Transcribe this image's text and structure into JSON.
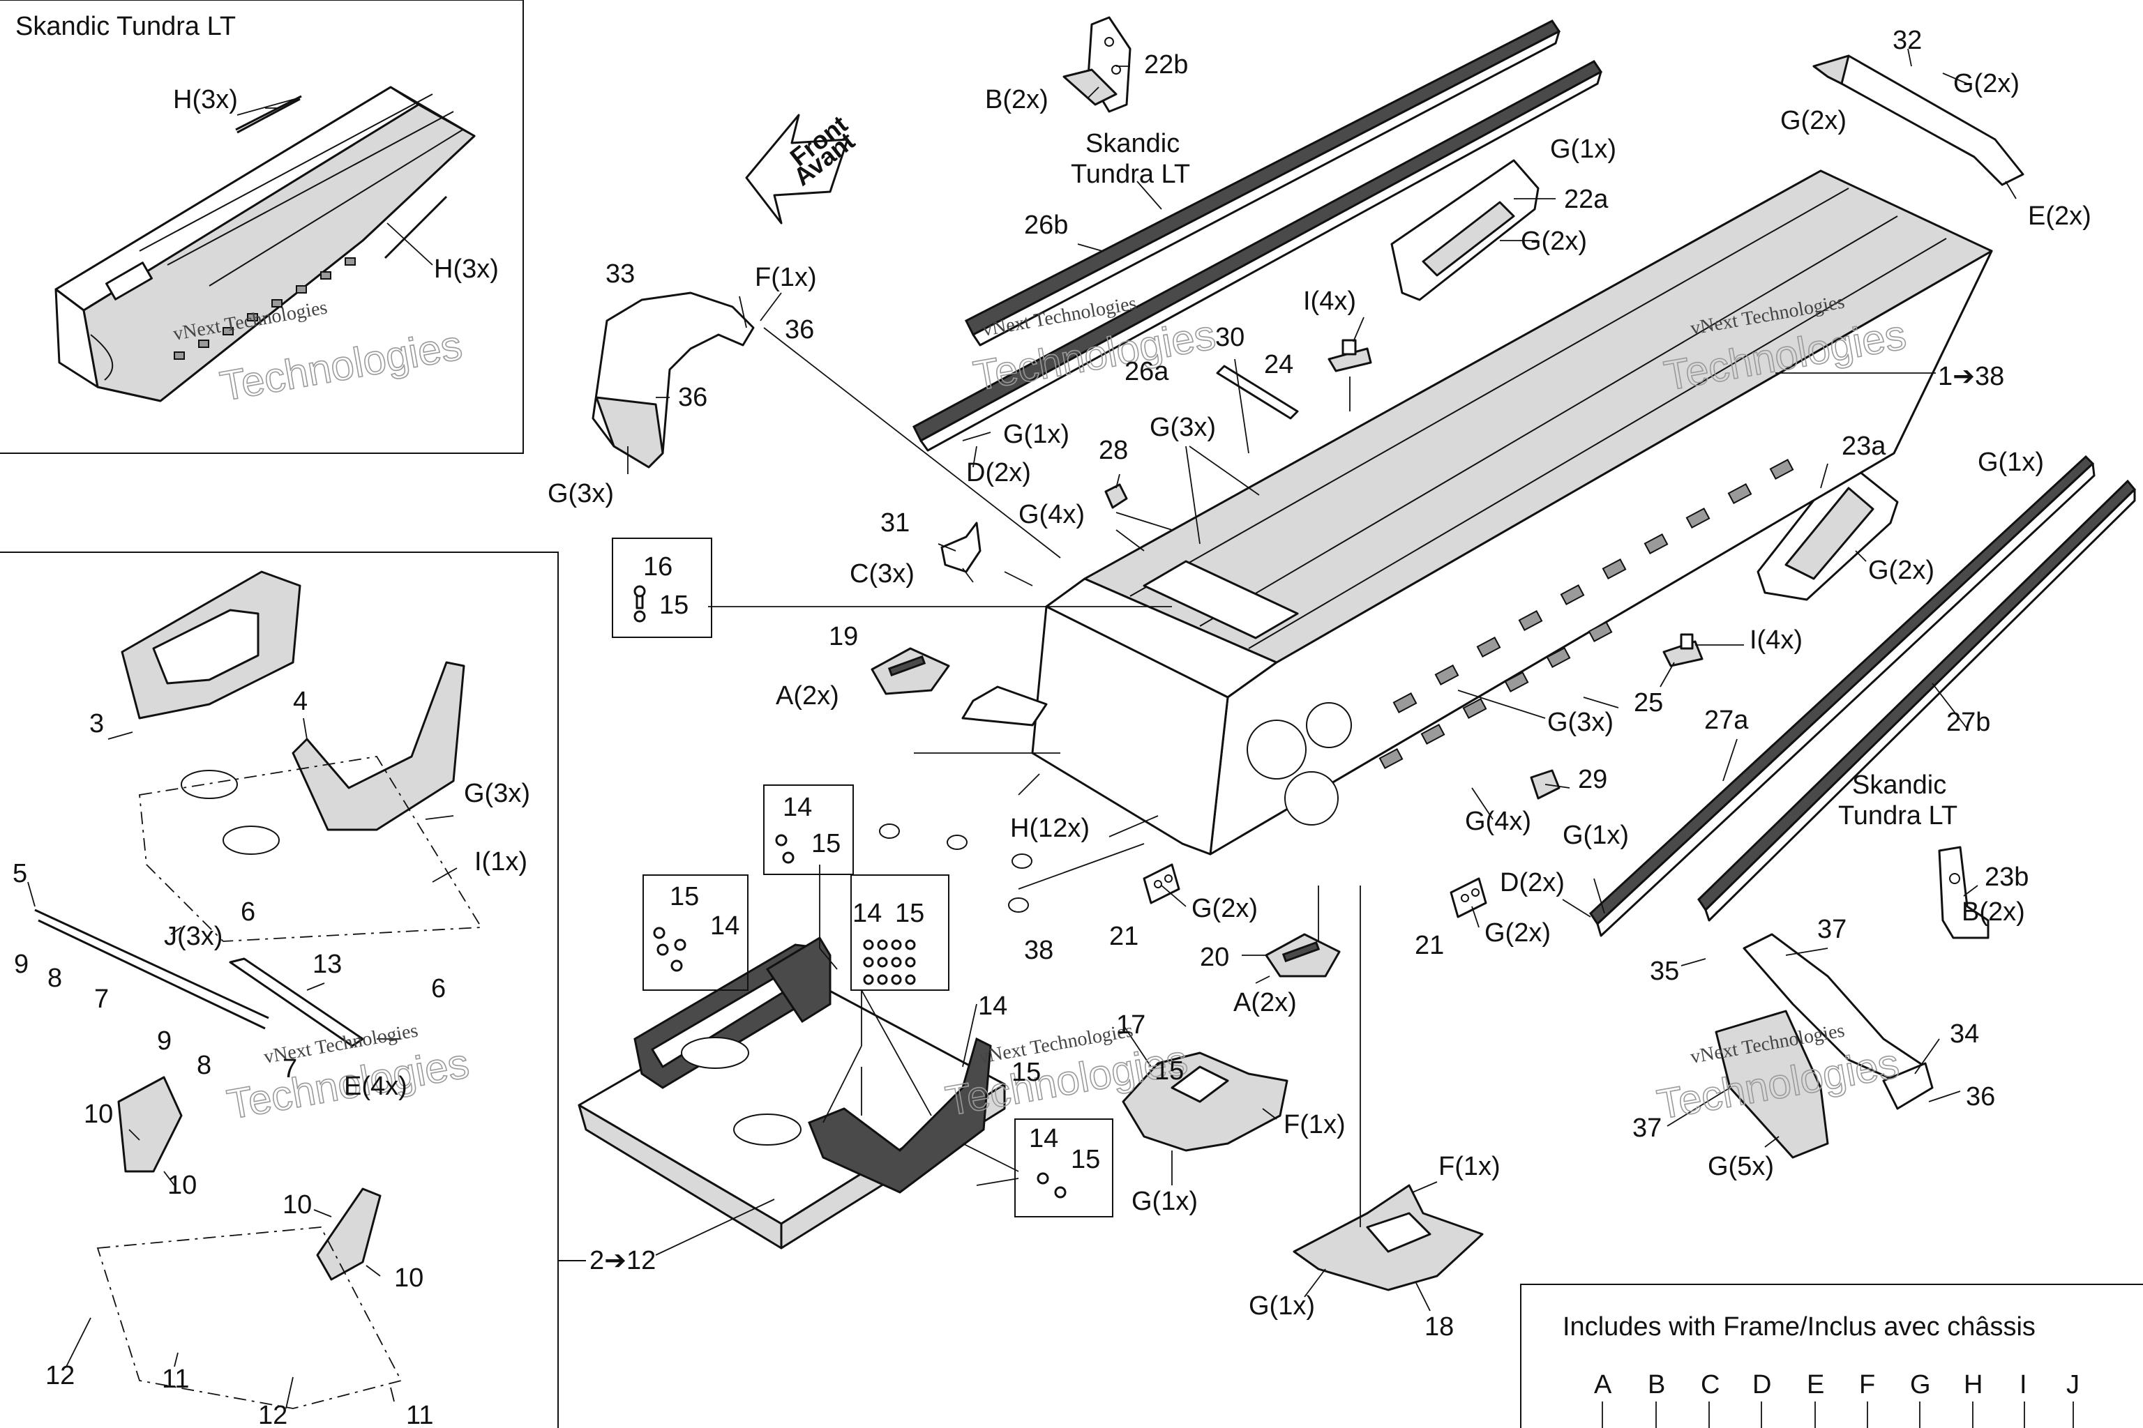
{
  "inset_top_title": "Skandic Tundra LT",
  "front_arrow": {
    "line1": "Front",
    "line2": "Avant"
  },
  "watermark": {
    "line1": "vNext Technologies",
    "line2": "Technologies"
  },
  "table": {
    "header": "Includes with Frame/Inclus avec châssis",
    "letters": [
      "A",
      "B",
      "C",
      "D",
      "E",
      "F",
      "G",
      "H",
      "I",
      "J"
    ]
  },
  "callouts": {
    "c_h3x_a": "H(3x)",
    "c_h3x_b": "H(3x)",
    "c_22b": "22b",
    "c_b2x_a": "B(2x)",
    "c_skandic_a": "Skandic",
    "c_tundra_a": "Tundra LT",
    "c_26b": "26b",
    "c_g1x_a": "G(1x)",
    "c_32": "32",
    "c_g2x_a": "G(2x)",
    "c_g2x_b": "G(2x)",
    "c_e2x_a": "E(2x)",
    "c_22a": "22a",
    "c_g2x_c": "G(2x)",
    "c_33": "33",
    "c_f1x_a": "F(1x)",
    "c_36_a": "36",
    "c_36_b": "36",
    "c_g3x_a": "G(3x)",
    "c_i4x_a": "I(4x)",
    "c_24": "24",
    "c_30": "30",
    "c_26a": "26a",
    "c_1to38": "1➔38",
    "c_g1x_b": "G(1x)",
    "c_d2x_a": "D(2x)",
    "c_28": "28",
    "c_g3x_b": "G(3x)",
    "c_g4x_a": "G(4x)",
    "c_23a": "23a",
    "c_g1x_c": "G(1x)",
    "c_g2x_d": "G(2x)",
    "c_31": "31",
    "c_c3x": "C(3x)",
    "c_16": "16",
    "c_15_a": "15",
    "c_i4x_b": "I(4x)",
    "c_19": "19",
    "c_a2x_a": "A(2x)",
    "c_25": "25",
    "c_g3x_c": "G(3x)",
    "c_27a": "27a",
    "c_27b": "27b",
    "c_3": "3",
    "c_4": "4",
    "c_g3x_d": "G(3x)",
    "c_i1x": "I(1x)",
    "c_29": "29",
    "c_skandic_b": "Skandic",
    "c_tundra_b": "Tundra LT",
    "c_g4x_b": "G(4x)",
    "c_h12x": "H(12x)",
    "c_14_a": "14",
    "c_15_b": "15",
    "c_g1x_d": "G(1x)",
    "c_d2x_b": "D(2x)",
    "c_23b": "23b",
    "c_b2x_b": "B(2x)",
    "c_5": "5",
    "c_9_a": "9",
    "c_8_a": "8",
    "c_j3x": "J(3x)",
    "c_6_a": "6",
    "c_7_a": "7",
    "c_6_b": "6",
    "c_13": "13",
    "c_9_b": "9",
    "c_8_b": "8",
    "c_7_b": "7",
    "c_e4x": "E(4x)",
    "c_15_c": "15",
    "c_14_b": "14",
    "c_14_c": "14",
    "c_15_d": "15",
    "c_38": "38",
    "c_21_a": "21",
    "c_g2x_e": "G(2x)",
    "c_21_b": "21",
    "c_g2x_f": "G(2x)",
    "c_20": "20",
    "c_a2x_b": "A(2x)",
    "c_37_a": "37",
    "c_35": "35",
    "c_34": "34",
    "c_36_c": "36",
    "c_37_b": "37",
    "c_g5x": "G(5x)",
    "c_14_d": "14",
    "c_15_e": "15",
    "c_17": "17",
    "c_15_f": "15",
    "c_f1x_b": "F(1x)",
    "c_g1x_e": "G(1x)",
    "c_14_e": "14",
    "c_15_g": "15",
    "c_f1x_c": "F(1x)",
    "c_g1x_f": "G(1x)",
    "c_18": "18",
    "c_2to12": "2➔12",
    "c_10_a": "10",
    "c_10_b": "10",
    "c_10_c": "10",
    "c_10_d": "10",
    "c_12_a": "12",
    "c_11_a": "11",
    "c_12_b": "12",
    "c_11_b": "11"
  }
}
